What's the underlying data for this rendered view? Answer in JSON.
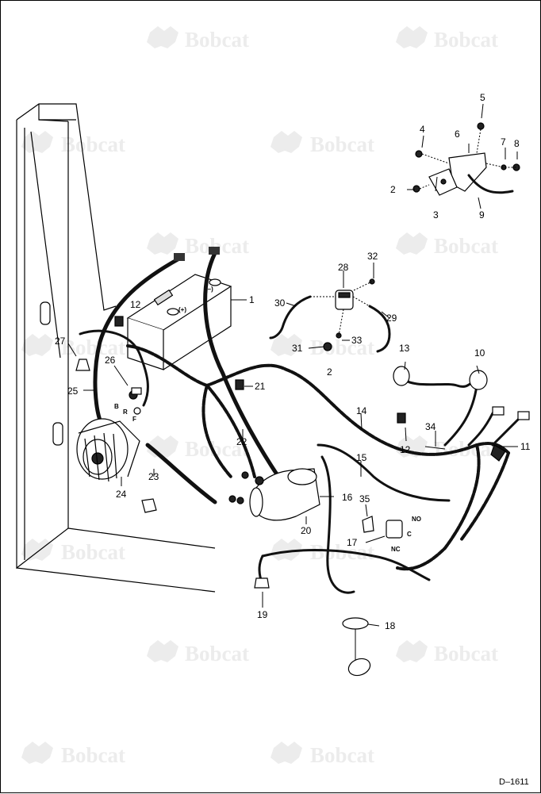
{
  "watermark": {
    "text": "Bobcat",
    "logo_icon": "bobcat-head-icon"
  },
  "diagram_id": "D–1611",
  "terminal_marks": {
    "battery_negative": "(–)",
    "battery_positive": "(+)",
    "alternator_b": "B",
    "alternator_r": "R",
    "alternator_f": "F",
    "switch_no": "NO",
    "switch_c": "C",
    "switch_nc": "NC"
  },
  "callouts": [
    "1",
    "2",
    "3",
    "4",
    "5",
    "6",
    "7",
    "8",
    "9",
    "10",
    "11",
    "12",
    "13",
    "14",
    "15",
    "16",
    "17",
    "18",
    "19",
    "20",
    "21",
    "22",
    "23",
    "24",
    "25",
    "26",
    "27",
    "28",
    "29",
    "30",
    "31",
    "32",
    "33",
    "34",
    "35"
  ],
  "colors": {
    "ink": "#000000",
    "watermark": "#ececec",
    "background": "#ffffff"
  }
}
